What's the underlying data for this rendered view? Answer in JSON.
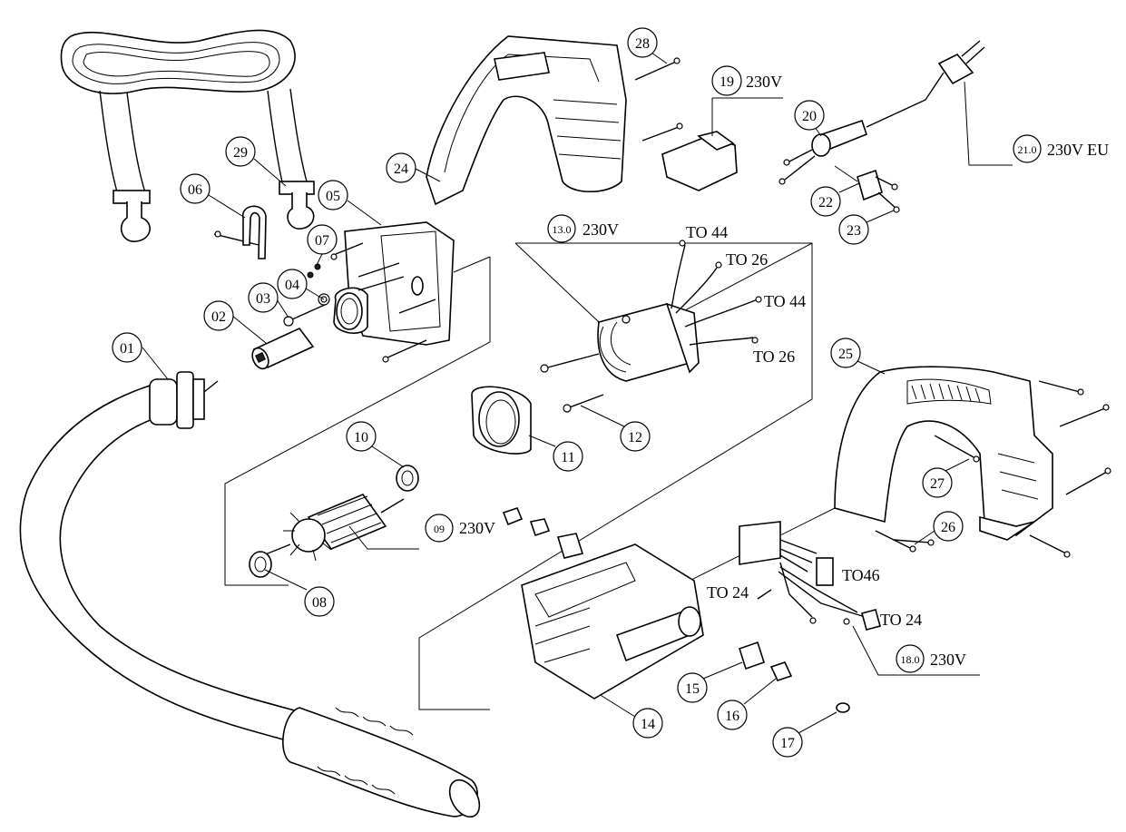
{
  "parts": [
    {
      "id": "01"
    },
    {
      "id": "02"
    },
    {
      "id": "03"
    },
    {
      "id": "04"
    },
    {
      "id": "05"
    },
    {
      "id": "06"
    },
    {
      "id": "07"
    },
    {
      "id": "08"
    },
    {
      "id": "09",
      "text": "230V"
    },
    {
      "id": "10"
    },
    {
      "id": "11"
    },
    {
      "id": "12"
    },
    {
      "id": "13.0",
      "text": "230V"
    },
    {
      "id": "14"
    },
    {
      "id": "15"
    },
    {
      "id": "16"
    },
    {
      "id": "17"
    },
    {
      "id": "18.0",
      "text": "230V"
    },
    {
      "id": "19",
      "text": "230V"
    },
    {
      "id": "20"
    },
    {
      "id": "21.0",
      "text": "230V EU"
    },
    {
      "id": "22"
    },
    {
      "id": "23"
    },
    {
      "id": "24"
    },
    {
      "id": "25"
    },
    {
      "id": "26"
    },
    {
      "id": "27"
    },
    {
      "id": "28"
    },
    {
      "id": "29"
    }
  ],
  "wire_labels": [
    "TO 44",
    "TO 26",
    "TO 44",
    "TO 26",
    "TO46",
    "TO 24",
    "TO 24"
  ]
}
